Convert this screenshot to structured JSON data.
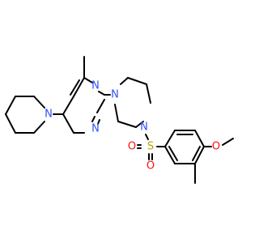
{
  "structure": {
    "atom_labels": {
      "n_pyrimidine_1": "N",
      "n_pyrimidine_2": "N",
      "n_piperidine": "N",
      "n_piperazine_1": "N",
      "n_piperazine_2": "N",
      "s_sulfonyl": "S",
      "o_sulfonyl_1": "O",
      "o_sulfonyl_2": "O",
      "o_methoxy": "O"
    },
    "colors": {
      "bond": "#000000",
      "nitrogen": "#3050F8",
      "sulfur": "#B2A200",
      "oxygen": "#FF0D0D"
    }
  }
}
